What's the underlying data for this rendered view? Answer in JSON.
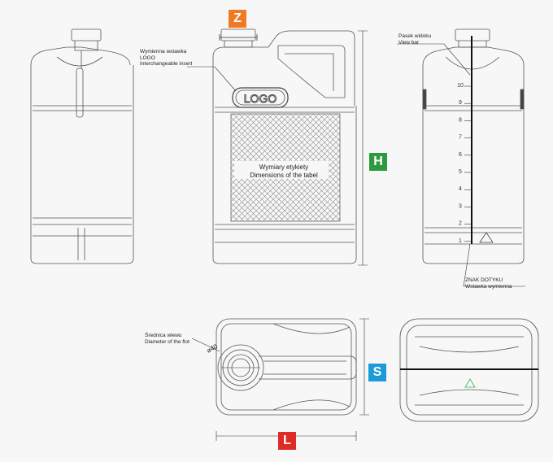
{
  "badges": {
    "z": {
      "letter": "Z",
      "color": "#f07a22"
    },
    "h": {
      "letter": "H",
      "color": "#2d9a3f"
    },
    "s": {
      "letter": "S",
      "color": "#1d9bd8"
    },
    "l": {
      "letter": "L",
      "color": "#e02a25"
    }
  },
  "callouts": {
    "insert_pl": "Wymienna wstawka",
    "insert_logo": "LOGO",
    "insert_en": "Interchangeable insert",
    "viewbar_pl": "Pasek widoku",
    "viewbar_en": "View bar",
    "touch_pl": "ZNAK DOTYKU",
    "touch_en": "Wstawka wymienna",
    "diameter_pl": "Średnica wlewu",
    "diameter_en": "Diameter of the flot"
  },
  "label_area": {
    "line1": "Wymiary etykiety",
    "line2": "Dimensions of the tabel"
  },
  "logo_insert": "LOGO",
  "diameter_value": "40",
  "scale_marks": [
    "10",
    "9",
    "8",
    "7",
    "6",
    "5",
    "4",
    "3",
    "2",
    "1"
  ]
}
